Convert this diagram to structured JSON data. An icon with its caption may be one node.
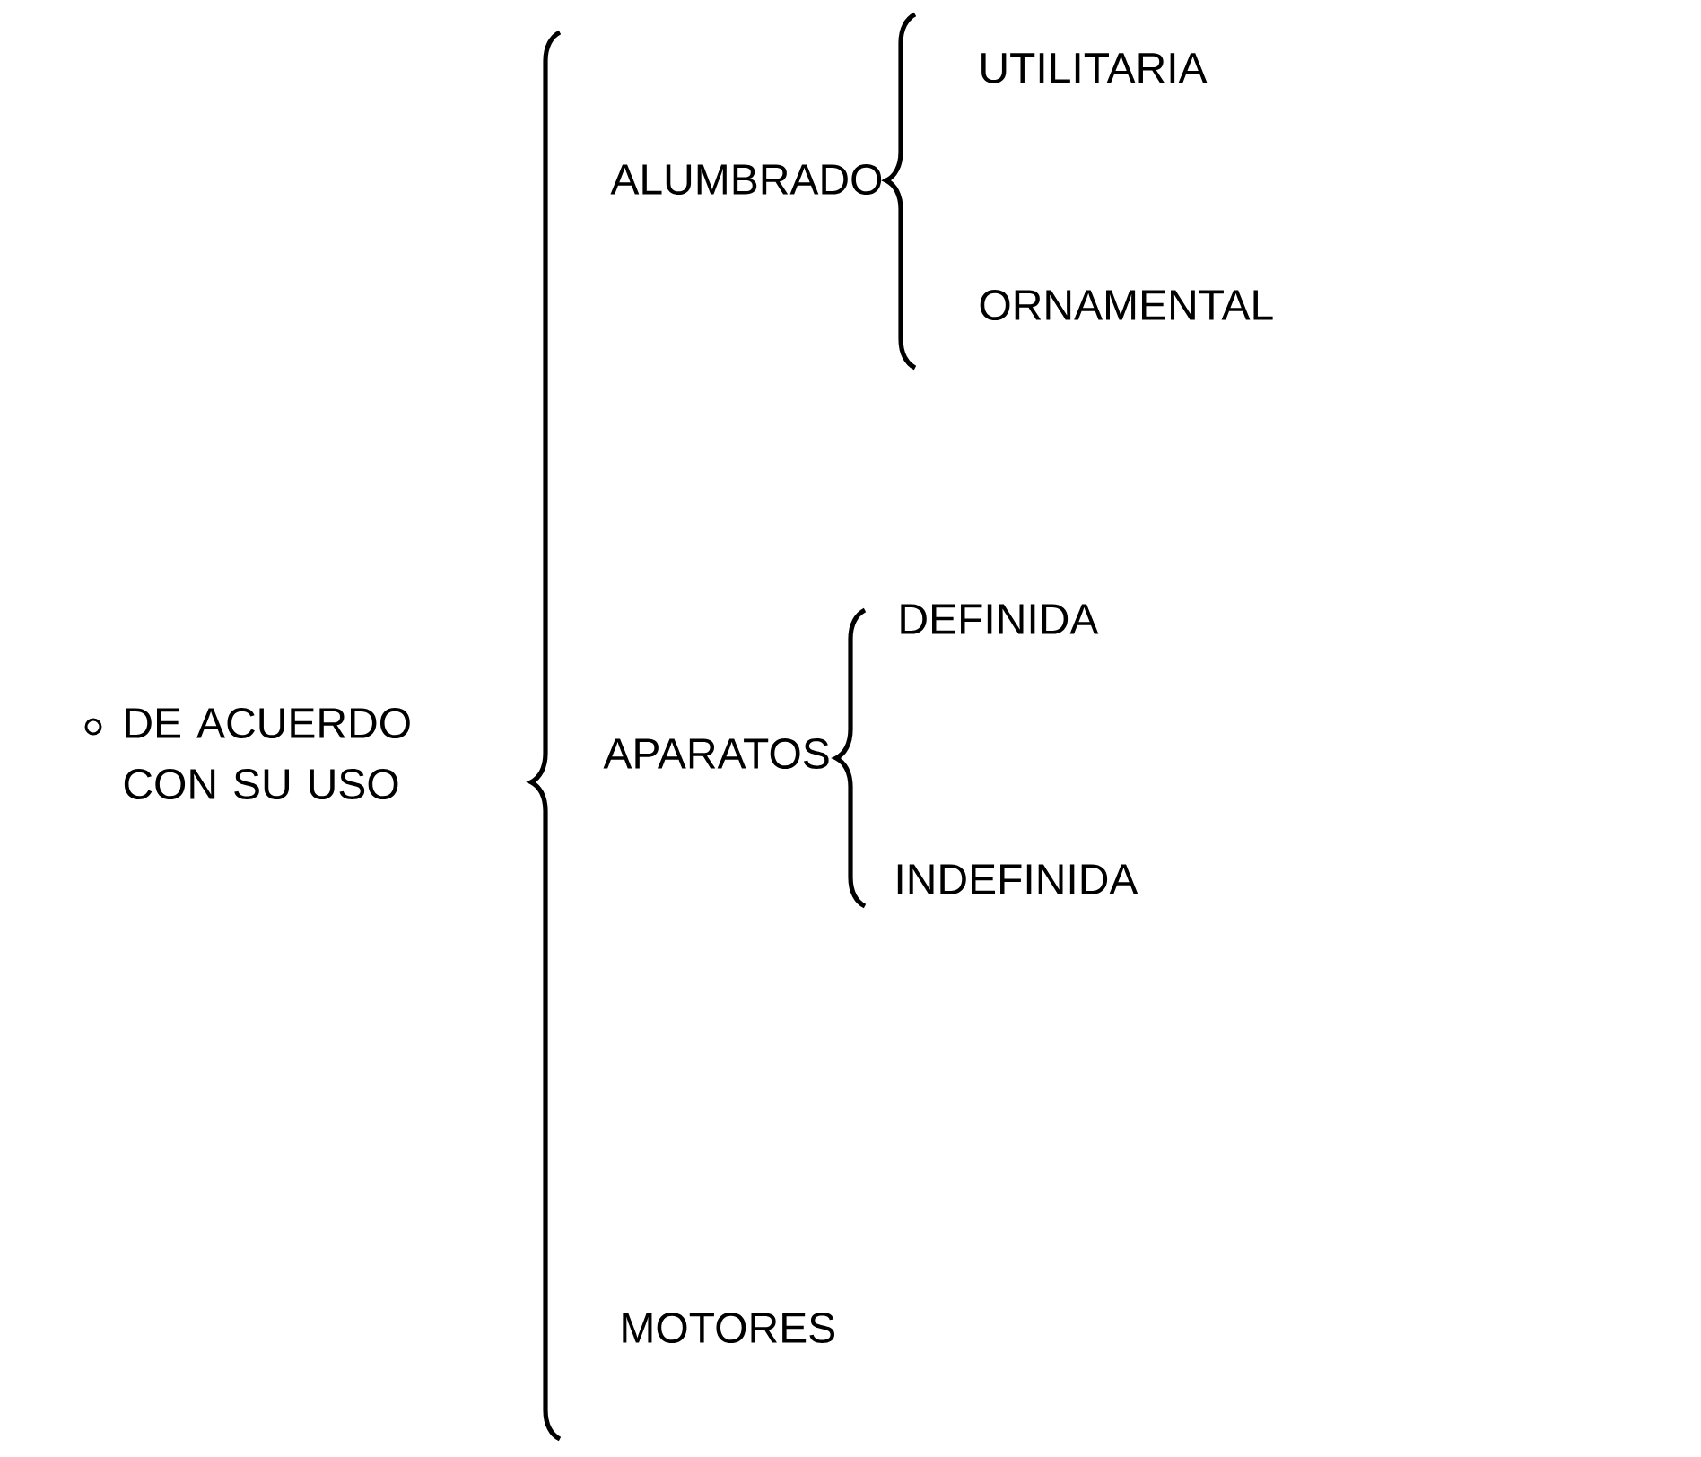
{
  "diagram": {
    "labels": [
      "DE ACUERDO CON SU USO",
      "ALUMBRADO",
      "UTILITARIA",
      "ORNAMENTAL",
      "APARATOS",
      "DEFINIDA",
      "INDEFINIDA",
      "MOTORES"
    ]
  }
}
